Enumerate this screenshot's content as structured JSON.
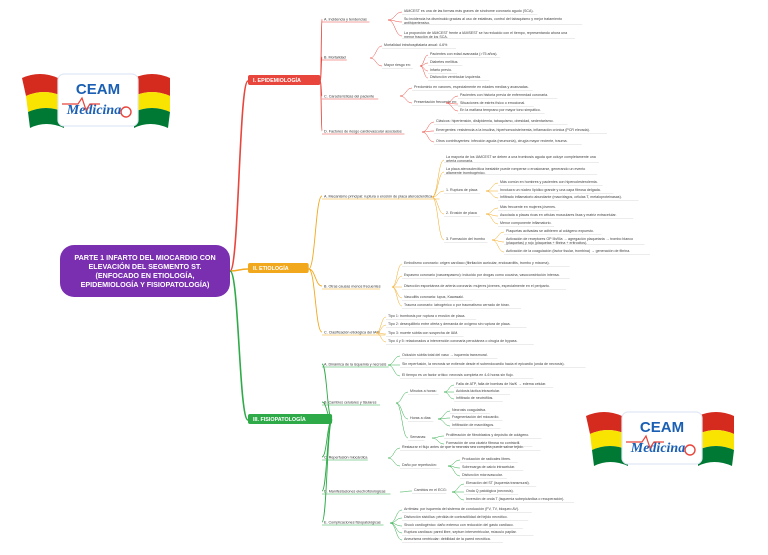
{
  "root": "PARTE 1 INFARTO DEL MIOCARDIO CON ELEVACIÓN DEL SEGMENTO ST. (ENFOCADO EN ETIOLOGÍA, EPIDEMIOLOGÍA Y FISIOPATOLOGÍA)",
  "logo": {
    "line1": "CEAM",
    "line2": "Medicina"
  },
  "colors": {
    "root": "#7a2fb0",
    "epi": "#e8453c",
    "eti": "#f2a81d",
    "fis": "#2eab48",
    "flag_red": "#d52b1e",
    "flag_yellow": "#f9e300",
    "flag_green": "#007934",
    "logo_blue": "#1a5fb4"
  },
  "sections": [
    {
      "label": "I. EPIDEMIOLOGÍA",
      "subs": [
        {
          "label": "A. Incidencia y tendencias",
          "items": [
            "IAMCEST es una de las formas más graves de síndrome coronario agudo (SCA).",
            "Su incidencia ha disminuido gracias al uso de estatinas, control del tabaquismo y mejor tratamiento antihipertensivo.",
            "La proporción de IAMCEST frente a IAMSEST se ha reducido con el tiempo, representando ahora una menor fracción de los SCA."
          ]
        },
        {
          "label": "B. Mortalidad",
          "items": [
            "Mortalidad intrahospitalaria anual: 4-6%",
            "Mayor riesgo en:"
          ],
          "sub": [
            "Pacientes con edad avanzada (>75 años).",
            "Diabetes mellitus.",
            "Infarto previo.",
            "Disfunción ventricular izquierda."
          ]
        },
        {
          "label": "C. Características del paciente",
          "items": [
            "Predominio en varones, especialmente en edades medias y avanzadas.",
            "Presentación frecuente en:"
          ],
          "sub": [
            "Pacientes con historia previa de enfermedad coronaria.",
            "Situaciones de estrés físico o emocional.",
            "En la mañana temprano por mayor tono simpático."
          ]
        },
        {
          "label": "D. Factores de riesgo cardiovascular asociados",
          "items": [
            "Clásicos: hipertensión, dislipidemia, tabaquismo, obesidad, sedentarismo.",
            "Emergentes: resistencia a la insulina, hiperhomocisteinemia, inflamación crónica (PCR elevada).",
            "Otros contribuyentes: infección aguda (neumonía), cirugía mayor reciente, trauma."
          ]
        }
      ]
    },
    {
      "label": "II. ETIOLOGÍA",
      "subs": [
        {
          "label": "A. Mecanismo principal: ruptura o erosión de placa aterosclerótica",
          "items": [
            "La mayoría de los IAMCEST se deben a una trombosis aguda que ocluye completamente una arteria coronaria.",
            "La placa aterosclerótica inestable puede romperse o erosionarse, generando un evento altamente trombogénico.",
            "1. Ruptura de placa",
            "2. Erosión de placa",
            "3. Formación del trombo"
          ],
          "sub": [
            "Más común en hombres y pacientes con hipercolesterolemia.",
            "Involucra un núcleo lipídico grande y una capa fibrosa delgada.",
            "Infiltrado inflamatorio abundante (macrófagos, células T, metaloproteinasas).",
            "Más frecuente en mujeres jóvenes.",
            "Asociada a placas ricas en células musculares lisas y matriz extracelular.",
            "Menor componente inflamatorio.",
            "Plaquetas activadas se adhieren al colágeno expuesto.",
            "Activación de receptores GP IIb/IIIa → agregación plaquetaria → trombo blanco (plaquetas) y rojo (plaquetas + fibrina + eritrocitos).",
            "Activación de la coagulación (factor tisular, trombina) → generación de fibrina."
          ]
        },
        {
          "label": "B. Otras causas menos frecuentes",
          "items": [
            "Embolismo coronario: origen cardíaco (fibrilación auricular, endocarditis, trombo y mixoma).",
            "Espasmo coronario (vasoespasmo): inducido por drogas como cocaína, vasoconstricción intensa.",
            "Disección espontánea de arteria coronaria: mujeres jóvenes, especialmente en el periparto.",
            "Vasculitis coronaria: lupus, Kawasaki.",
            "Trauma coronario: iatrogénico o por traumatismo cerrado de tórax."
          ]
        },
        {
          "label": "C. Clasificación etiológica del IAM",
          "items": [
            "Tipo 1: trombosis por ruptura o erosión de placa.",
            "Tipo 2: desequilibrio entre oferta y demanda de oxígeno sin ruptura de placa.",
            "Tipo 3: muerte súbita con sospecha de IAM.",
            "Tipo 4 y 5: relacionados a intervención coronaria percutánea o cirugía de bypass."
          ]
        }
      ]
    },
    {
      "label": "III. FISIOPATOLOGÍA",
      "subs": [
        {
          "label": "A. Dinámica de la isquemia y necrosis",
          "items": [
            "Oclusión súbita total del vaso → isquemia transmural.",
            "Sin reperfusión, la necrosis se extiende desde el subendocardio hacia el epicardio (onda de necrosis).",
            "El tiempo es un factor crítico: necrosis completa en 4-6 horas sin flujo."
          ]
        },
        {
          "label": "B. Cambios celulares y tisulares",
          "items": [
            "Minutos a horas:",
            "Horas a días:",
            "Semanas:"
          ],
          "sub": [
            "Falla de ATP, falla de bombas de Na/K → edema celular.",
            "Acidosis láctica intracelular.",
            "Infiltrado de neutrófilos.",
            "Necrosis coagulativa.",
            "Fragmentación del miocardio.",
            "Infiltración de macrófagos.",
            "Proliferación de fibroblastos y depósito de colágeno.",
            "Formación de una cicatriz fibrosa no contráctil."
          ]
        },
        {
          "label": "C. Reperfusión miocárdica",
          "items": [
            "Restaurar el flujo antes de que la necrosis sea completa puede salvar tejido.",
            "Daño por reperfusión:"
          ],
          "sub": [
            "Producción de radicales libres.",
            "Sobrecarga de calcio intracelular.",
            "Disfunción microvascular."
          ]
        },
        {
          "label": "D. Manifestaciones electrofisiológicas",
          "items": [
            "Cambios en el ECG:"
          ],
          "sub": [
            "Elevación del ST (isquemia transmural).",
            "Onda Q patológica (necrosis).",
            "Inversión de onda T (isquemia subepicárdica o recuperación)."
          ]
        },
        {
          "label": "E. Complicaciones fisiopatológicas",
          "items": [
            "Arritmias: por isquemia del sistema de conducción (FV, TV, bloqueo AV).",
            "Disfunción sistólica: pérdida de contractilidad del tejido necrótico.",
            "Shock cardiogénico: daño extenso con reducción del gasto cardíaco.",
            "Ruptura cardíaca: pared libre, septum interventricular, músculo papilar.",
            "Aneurisma ventricular: debilidad de la pared necrótica."
          ]
        }
      ]
    }
  ]
}
